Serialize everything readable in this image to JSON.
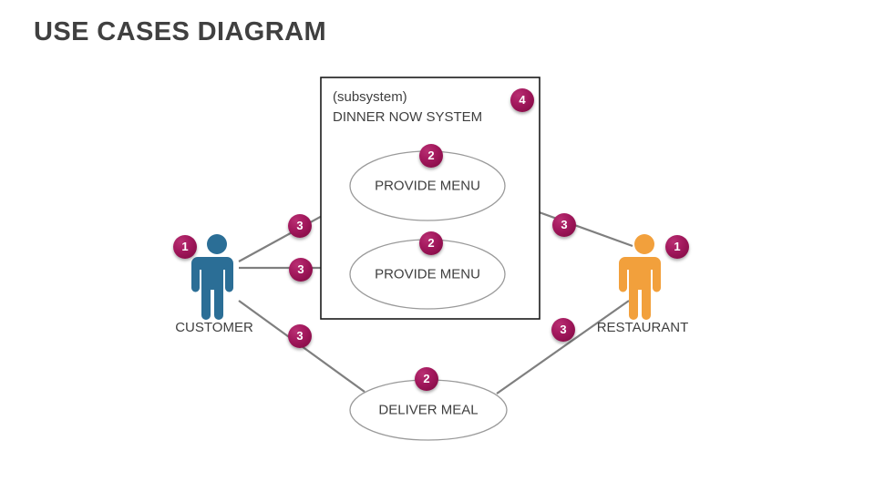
{
  "page": {
    "title": "USE CASES DIAGRAM",
    "background_color": "#ffffff",
    "text_color": "#3f3f3f"
  },
  "colors": {
    "badge_magenta": "#a51a5f",
    "customer_blue": "#2b6e96",
    "restaurant_orange": "#f2a03c",
    "connector_gray": "#7f7f7f",
    "ellipse_outline": "#8c8c8c",
    "subsystem_outline": "#1a1a1a"
  },
  "subsystem": {
    "stereotype": "(subsystem)",
    "name": "DINNER NOW SYSTEM",
    "badge": "4"
  },
  "use_cases": [
    {
      "label": "PROVIDE MENU",
      "badge": "2"
    },
    {
      "label": "PROVIDE MENU",
      "badge": "2"
    },
    {
      "label": "DELIVER MEAL",
      "badge": "2"
    }
  ],
  "actors": [
    {
      "label": "CUSTOMER",
      "badge": "1",
      "color": "#2b6e96"
    },
    {
      "label": "RESTAURANT",
      "badge": "1",
      "color": "#f2a03c"
    }
  ],
  "associations": [
    {
      "from": "CUSTOMER",
      "to": "PROVIDE MENU (top)",
      "badge": "3"
    },
    {
      "from": "CUSTOMER",
      "to": "PROVIDE MENU (mid)",
      "badge": "3"
    },
    {
      "from": "CUSTOMER",
      "to": "DELIVER MEAL",
      "badge": "3"
    },
    {
      "from": "RESTAURANT",
      "to": "PROVIDE MENU (top)",
      "badge": "3"
    },
    {
      "from": "RESTAURANT",
      "to": "DELIVER MEAL",
      "badge": "3"
    }
  ]
}
